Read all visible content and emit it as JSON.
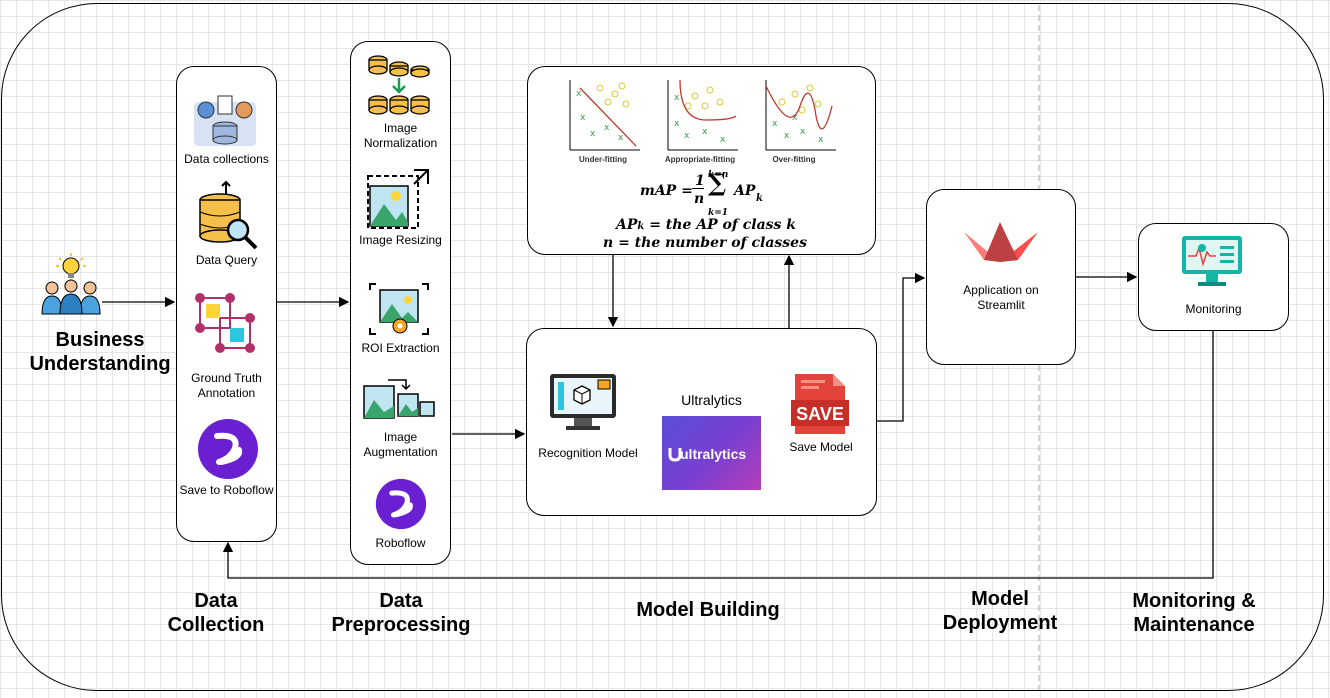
{
  "stages": {
    "business": "Business Understanding",
    "collection": "Data Collection",
    "preprocessing": "Data Preprocessing",
    "building": "Model Building",
    "deployment": "Model Deployment",
    "monitoring": "Monitoring & Maintenance"
  },
  "collection_items": {
    "data_collections": "Data collections",
    "data_query": "Data Query",
    "ground_truth": "Ground Truth Annotation",
    "save_roboflow": "Save to Roboflow"
  },
  "preprocessing_items": {
    "normalization": "Image Normalization",
    "resizing": "Image Resizing",
    "roi": "ROI Extraction",
    "augmentation": "Image Augmentation",
    "roboflow": "Roboflow"
  },
  "fitting": {
    "under": "Under-fitting",
    "appropriate": "Appropriate-fitting",
    "over": "Over-fitting"
  },
  "formula": {
    "map_lhs": "mAP =",
    "map_frac_num": "1",
    "map_frac_den": "n",
    "sum_top": "k=n",
    "sum_bottom": "k=1",
    "map_term": "AP",
    "map_sub": "k",
    "apk_line_lhs": "AP",
    "apk_line_sub": "k",
    "apk_line_rhs": " =  the AP of class k",
    "n_line": "n =  the number of classes"
  },
  "model_building": {
    "recognition": "Recognition Model",
    "ultralytics_title": "Ultralytics",
    "ultralytics_logo": "ultralytics",
    "save_badge": "SAVE",
    "save_model": "Save Model"
  },
  "deployment": {
    "app": "Application on Streamlit"
  },
  "monitoring": {
    "label": "Monitoring"
  },
  "colors": {
    "roboflow_purple": "#6a1fd1",
    "streamlit_red": "#ff4b4b",
    "save_red": "#e2433b",
    "monitor_teal": "#12b5a6"
  }
}
